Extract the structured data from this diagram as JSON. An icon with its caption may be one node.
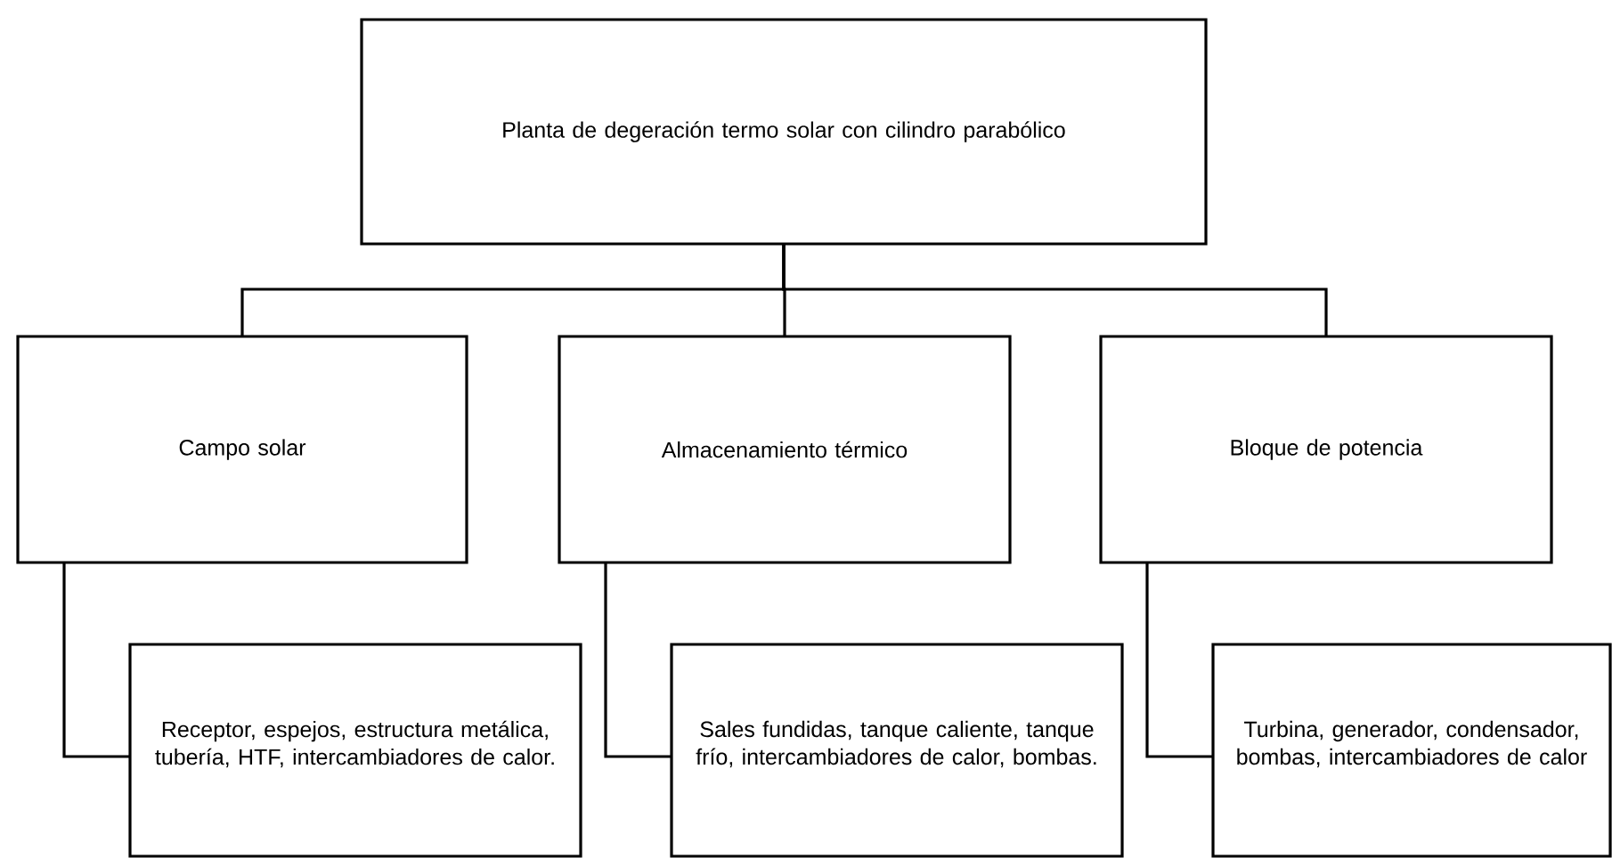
{
  "diagram": {
    "nodes": [
      {
        "text": [
          "Planta de degeración termo solar con cilindro parabólico"
        ]
      },
      {
        "text": [
          "Campo solar"
        ]
      },
      {
        "text": [
          "Almacenamiento térmico"
        ]
      },
      {
        "text": [
          "Bloque de potencia"
        ]
      },
      {
        "text": [
          "Receptor, espejos, estructura metálica, tubería, HTF, intercambiadores de calor."
        ]
      },
      {
        "text": [
          "Sales fundidas, tanque caliente, tanque frío, intercambiadores de calor, bombas."
        ]
      },
      {
        "text": [
          "Turbina, generador, condensador, bombas, intercambiadores de calor"
        ]
      }
    ],
    "edges": [
      {
        "from": 0,
        "to": 1,
        "arrow": "none"
      },
      {
        "from": 0,
        "to": 2,
        "arrow": "none"
      },
      {
        "from": 0,
        "to": 3,
        "arrow": "none"
      },
      {
        "from": 1,
        "to": 4,
        "arrow": "none"
      },
      {
        "from": 2,
        "to": 5,
        "arrow": "none"
      },
      {
        "from": 3,
        "to": 6,
        "arrow": "none"
      }
    ]
  }
}
